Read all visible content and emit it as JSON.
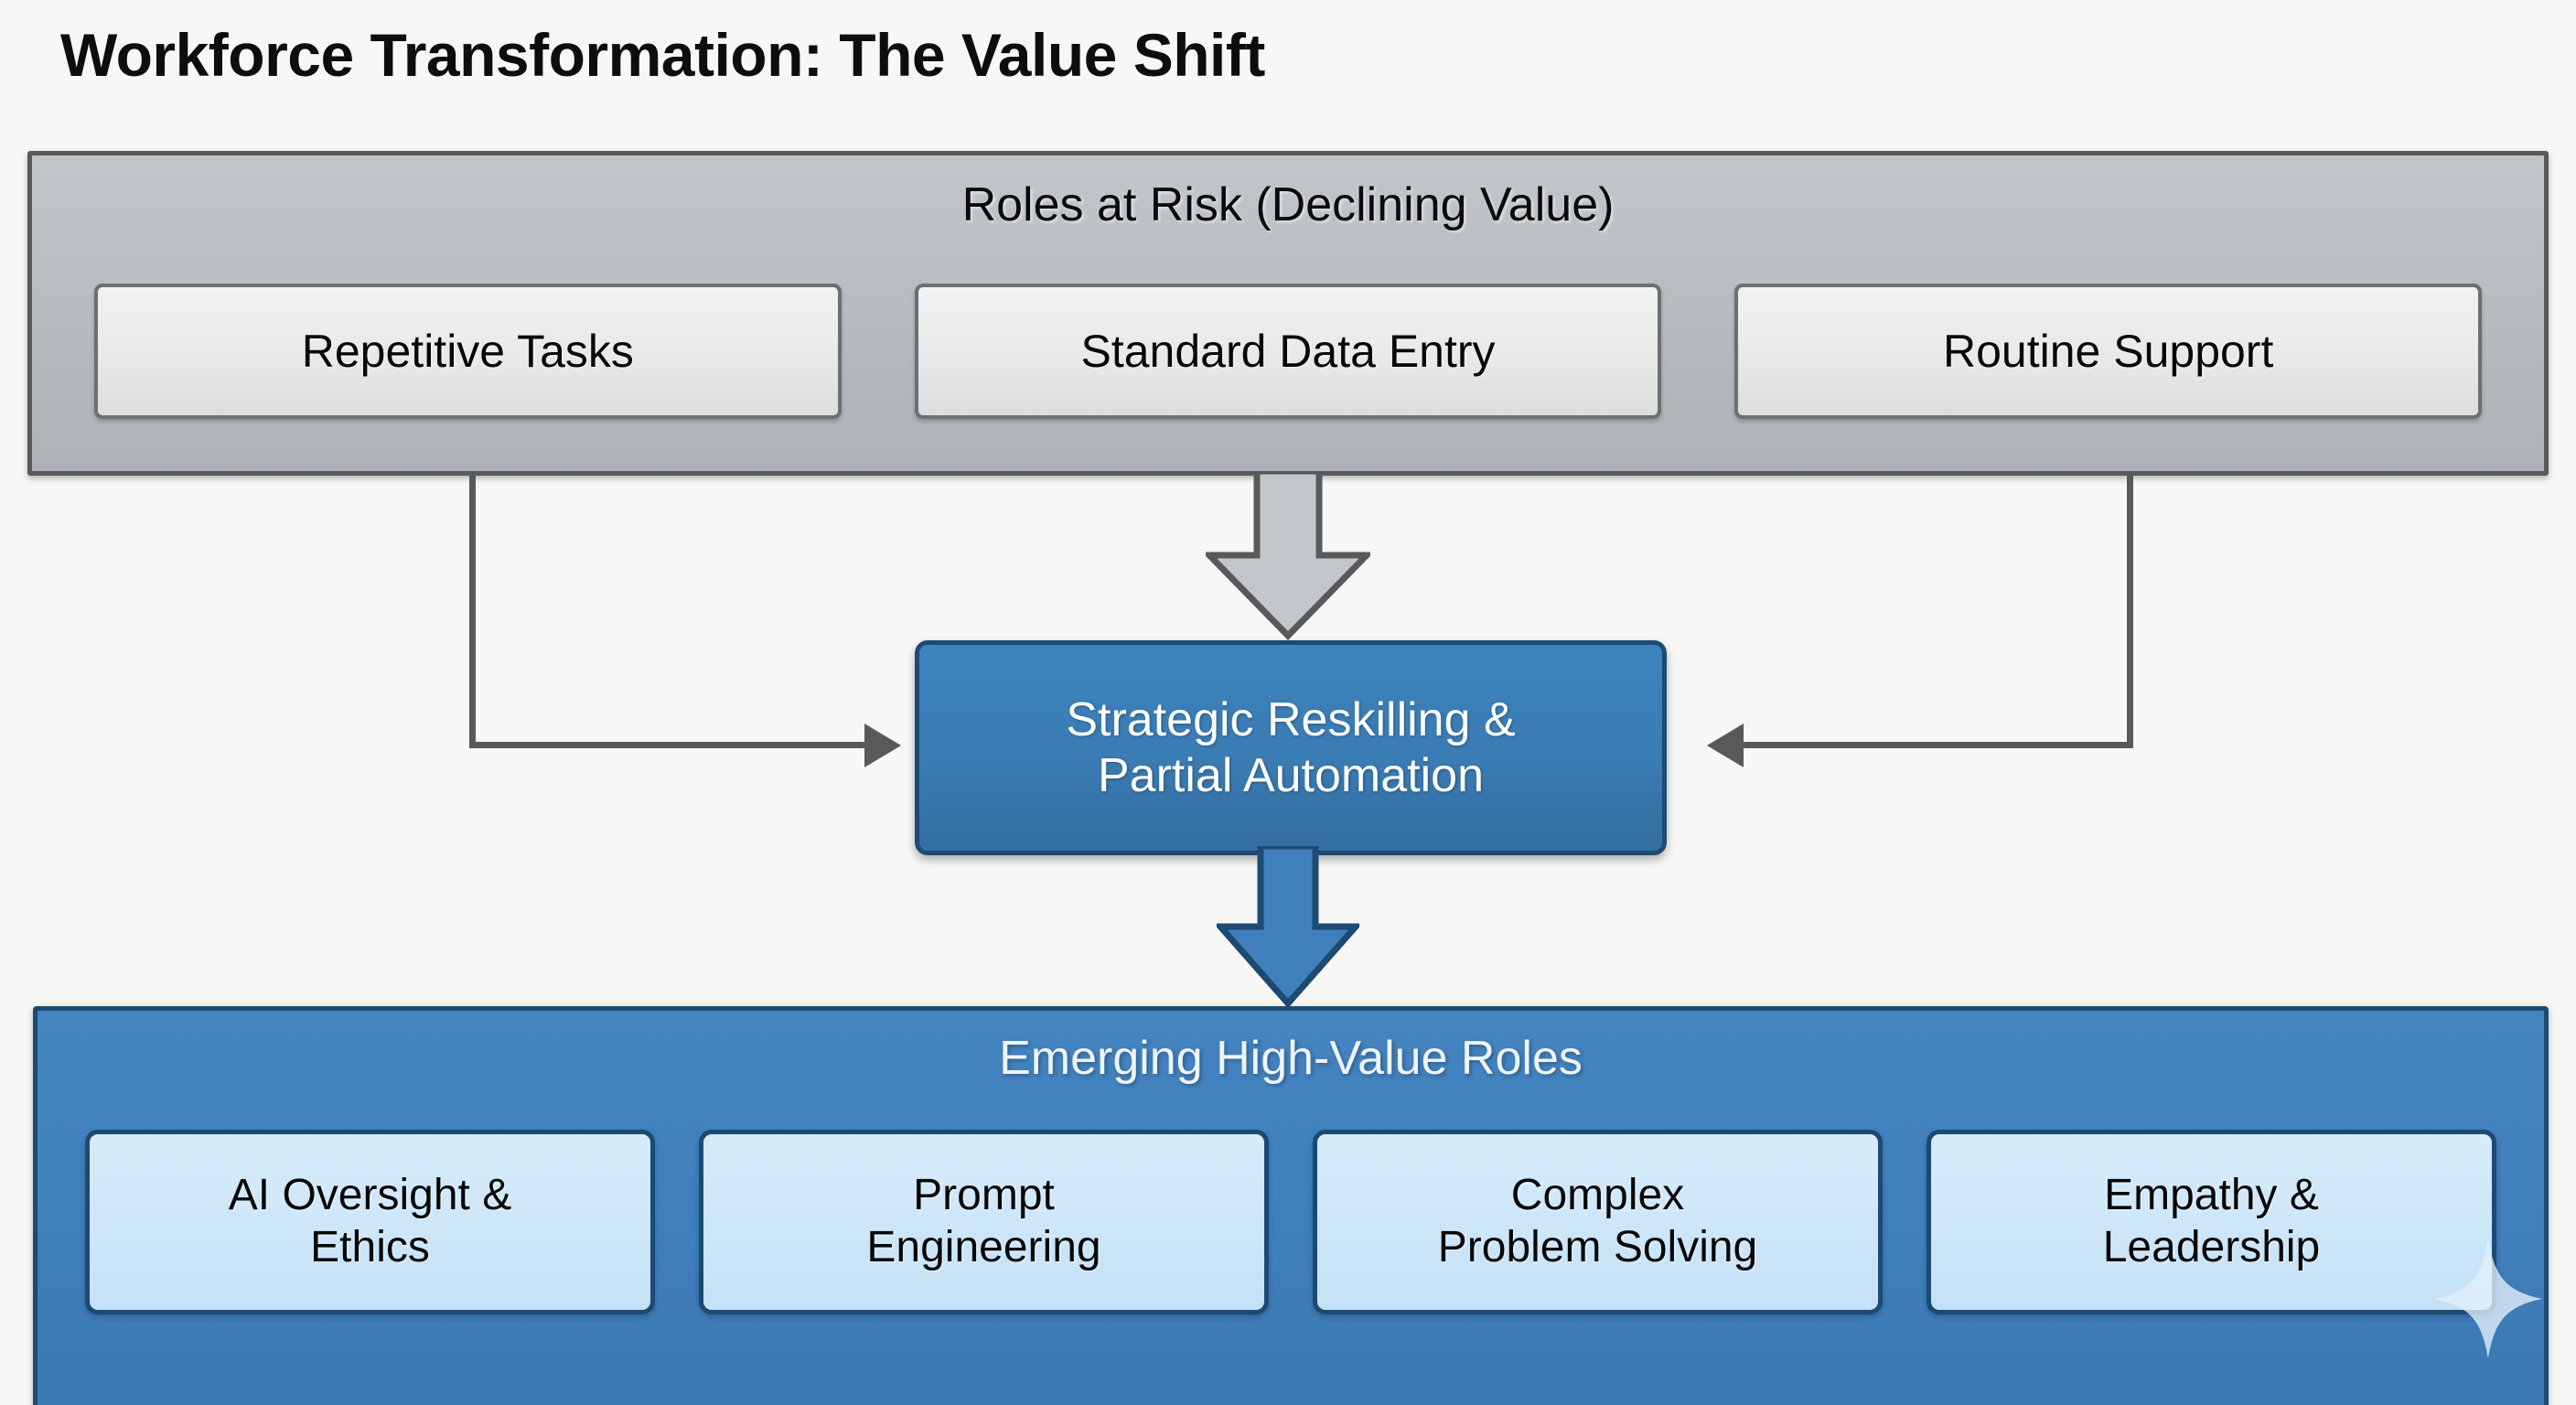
{
  "title": "Workforce Transformation: The Value Shift",
  "colors": {
    "background": "#f7f7f5",
    "title_text": "#0d0d0d",
    "risk_panel_fill": "#b9bec2",
    "risk_panel_border": "#58595b",
    "risk_box_fill": "#e9eaea",
    "risk_box_border": "#6d7072",
    "connector": "#58595b",
    "center_box_fill": "#3a7cb4",
    "center_box_border": "#1c4a72",
    "center_box_text": "#ffffff",
    "emerging_panel_fill": "#3f7fbb",
    "emerging_panel_border": "#1c4a72",
    "emerging_box_fill": "#cde6f8",
    "emerging_box_border": "#1c4a72",
    "emerging_panel_title_text": "#eef4fa",
    "sparkle": "#dcebf8"
  },
  "risk_panel": {
    "heading": "Roles at Risk (Declining Value)",
    "boxes": [
      {
        "label": "Repetitive Tasks"
      },
      {
        "label": "Standard Data Entry"
      },
      {
        "label": "Routine Support"
      }
    ]
  },
  "center_node": {
    "line1": "Strategic Reskilling &",
    "line2": "Partial Automation"
  },
  "emerging_panel": {
    "heading": "Emerging High-Value Roles",
    "boxes": [
      {
        "line1": "AI Oversight &",
        "line2": "Ethics"
      },
      {
        "line1": "Prompt",
        "line2": "Engineering"
      },
      {
        "line1": "Complex",
        "line2": "Problem Solving"
      },
      {
        "line1": "Empathy &",
        "line2": "Leadership"
      }
    ]
  },
  "connectors": [
    {
      "name": "left-elbow-to-center",
      "from": "Repetitive Tasks",
      "to": "Strategic Reskilling & Partial Automation",
      "direction": "right"
    },
    {
      "name": "center-block-arrow-down",
      "from": "Roles at Risk (Declining Value)",
      "to": "Strategic Reskilling & Partial Automation",
      "direction": "down"
    },
    {
      "name": "right-elbow-to-center",
      "from": "Routine Support",
      "to": "Strategic Reskilling & Partial Automation",
      "direction": "left"
    },
    {
      "name": "center-to-emerging-arrow",
      "from": "Strategic Reskilling & Partial Automation",
      "to": "Emerging High-Value Roles",
      "direction": "down"
    }
  ],
  "watermark": {
    "icon": "sparkle-icon"
  }
}
